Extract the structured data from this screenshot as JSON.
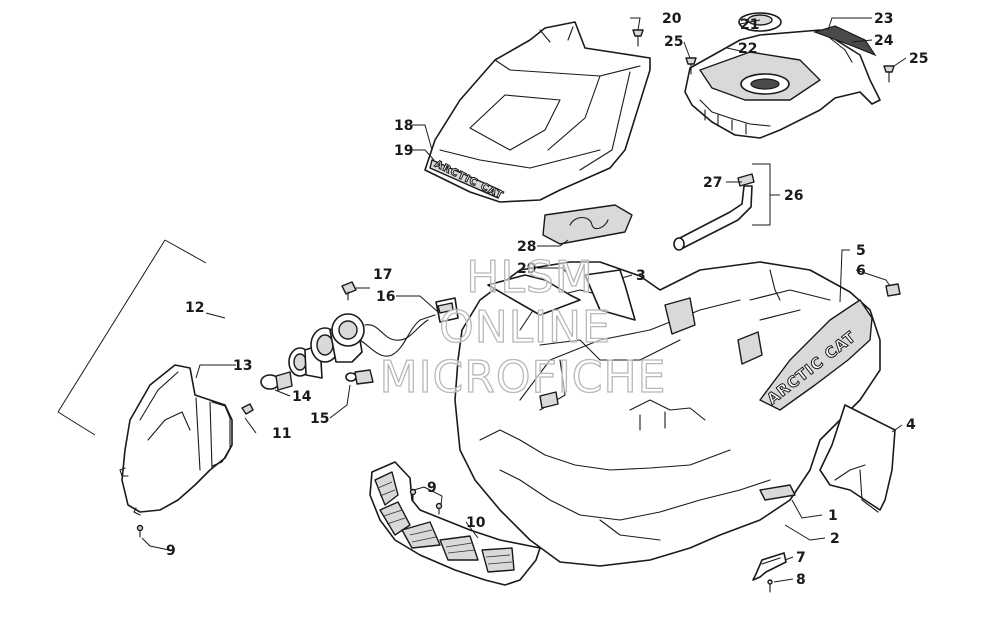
{
  "callouts": {
    "c1": "1",
    "c2": "2",
    "c3": "3",
    "c4": "4",
    "c5": "5",
    "c6": "6",
    "c7": "7",
    "c8": "8",
    "c9a": "9",
    "c9b": "9",
    "c10": "10",
    "c11": "11",
    "c12": "12",
    "c13": "13",
    "c14": "14",
    "c15": "15",
    "c16": "16",
    "c17": "17",
    "c18": "18",
    "c19": "19",
    "c20": "20",
    "c21": "21",
    "c22": "22",
    "c23": "23",
    "c24": "24",
    "c25a": "25",
    "c25b": "25",
    "c26": "26",
    "c27": "27",
    "c28": "28",
    "c29": "29"
  },
  "logos": {
    "seat": "ARCTIC CAT",
    "fender": "ARCTIC CAT"
  },
  "watermark": {
    "line1": "HLSM",
    "line2": "ONLINE",
    "line3": "MICROFICHE"
  }
}
